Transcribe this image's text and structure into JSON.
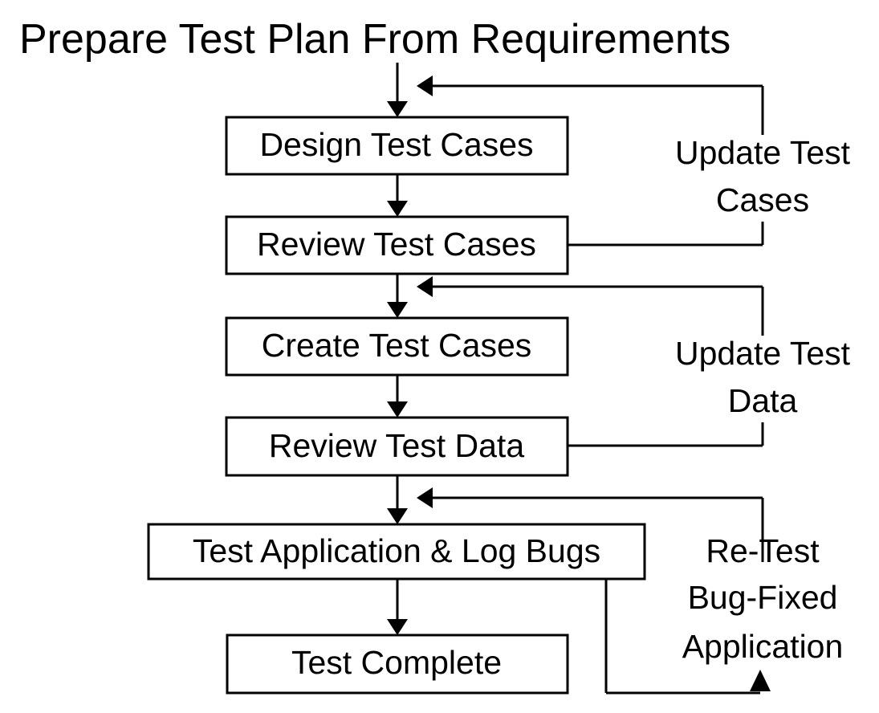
{
  "diagram": {
    "title": "Prepare Test Plan From Requirements",
    "type": "flowchart",
    "background_color": "#ffffff",
    "line_color": "#000000",
    "text_color": "#000000"
  },
  "nodes": [
    {
      "id": "design-test-cases",
      "label": "Design Test Cases"
    },
    {
      "id": "review-test-cases",
      "label": "Review Test Cases"
    },
    {
      "id": "create-test-cases",
      "label": "Create Test Cases"
    },
    {
      "id": "review-test-data",
      "label": "Review Test Data"
    },
    {
      "id": "test-application-log-bugs",
      "label": "Test Application & Log Bugs"
    },
    {
      "id": "test-complete",
      "label": "Test Complete"
    }
  ],
  "edge_labels": {
    "update_test_cases_line1": "Update Test",
    "update_test_cases_line2": "Cases",
    "update_test_data_line1": "Update Test",
    "update_test_data_line2": "Data",
    "re_test_line1": "Re-Test",
    "re_test_line2": "Bug-Fixed",
    "re_test_line3": "Application"
  },
  "flow": {
    "main_sequence": [
      "Design Test Cases",
      "Review Test Cases",
      "Create Test Cases",
      "Review Test Data",
      "Test Application & Log Bugs",
      "Test Complete"
    ],
    "feedback_loops": [
      {
        "from": "Review Test Cases",
        "to": "Design Test Cases",
        "label": "Update Test Cases"
      },
      {
        "from": "Review Test Data",
        "to": "Create Test Cases",
        "label": "Update Test Data"
      },
      {
        "from": "Test Application & Log Bugs",
        "to": "Test Application & Log Bugs",
        "label": "Re-Test Bug-Fixed Application"
      }
    ]
  }
}
